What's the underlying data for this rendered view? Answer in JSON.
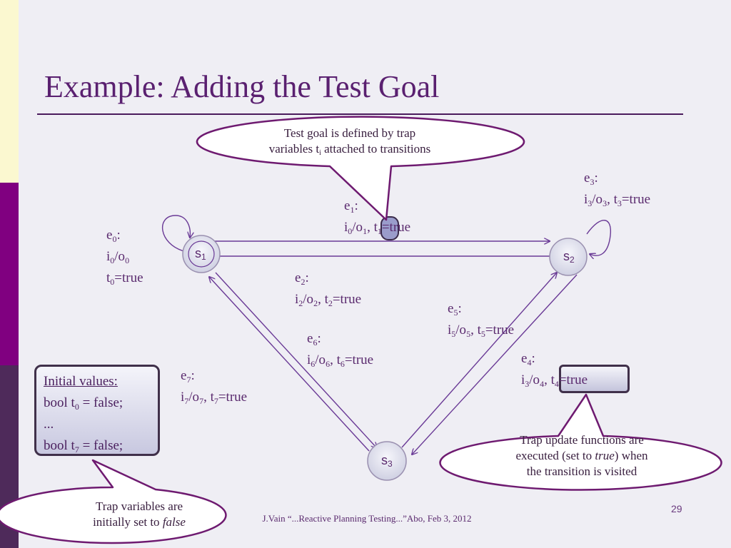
{
  "slide": {
    "title": "Example: Adding the Test Goal",
    "page_number": "29",
    "footer": "J.Vain “...Reactive Planning Testing...”Abo, Feb 3, 2012"
  },
  "states": {
    "s1": "s",
    "s1_sub": "1",
    "s2": "s",
    "s2_sub": "2",
    "s3": "s",
    "s3_sub": "3"
  },
  "transitions": {
    "e0": {
      "name": "e",
      "idx": "0",
      "l2a": "i",
      "l2b": "0",
      "l2c": "/o",
      "l2d": "0",
      "l3a": "t",
      "l3b": "0",
      "l3c": "=true"
    },
    "e1": {
      "name": "e",
      "idx": "1",
      "a": "i",
      "b": "0",
      "c": "/o",
      "d": "1",
      "e": ", ",
      "f": "t",
      "g": "1",
      "h": "=true"
    },
    "e2": {
      "name": "e",
      "idx": "2",
      "a": "i",
      "b": "2",
      "c": "/o",
      "d": "2",
      "e": ", t",
      "f": "2",
      "g": "=true"
    },
    "e3": {
      "name": "e",
      "idx": "3",
      "a": "i",
      "b": "3",
      "c": "/o",
      "d": "3",
      "e": ", t",
      "f": "3",
      "g": "=true"
    },
    "e4": {
      "name": "e",
      "idx": "4",
      "a": "i",
      "b": "3",
      "c": "/o",
      "d": "4",
      "e": ", ",
      "f": "t",
      "g": "4",
      "h": "=true"
    },
    "e5": {
      "name": "e",
      "idx": "5",
      "a": "i",
      "b": "5",
      "c": "/o",
      "d": "5",
      "e": ", t",
      "f": "5",
      "g": "=true"
    },
    "e6": {
      "name": "e",
      "idx": "6",
      "a": "i",
      "b": "6",
      "c": "/o",
      "d": "6",
      "e": ", t",
      "f": "6",
      "g": "=true"
    },
    "e7": {
      "name": "e",
      "idx": "7",
      "a": "i",
      "b": "7",
      "c": "/o",
      "d": "7",
      "e": ", t",
      "f": "7",
      "g": "=true"
    }
  },
  "initial_values": {
    "heading": "Initial values:",
    "line1a": "bool t",
    "line1b": "0",
    "line1c": " = false;",
    "line2": "...",
    "line3a": "bool t",
    "line3b": "7",
    "line3c": " = false;"
  },
  "callouts": {
    "top_line1": "Test goal is defined by trap",
    "top_line2a": "variables t",
    "top_line2b": "i",
    "top_line2c": " attached to transitions",
    "right_line1": "Trap update functions are",
    "right_line2a": "executed (set to ",
    "right_line2b": "true",
    "right_line2c": ") when",
    "right_line3": "the transition is visited",
    "bottom_line1": "Trap variables are",
    "bottom_line2a": "initially set to ",
    "bottom_line2b": "false"
  },
  "colors": {
    "edge": "#6a3a96",
    "title": "#5a2070",
    "accent_purple": "#800080",
    "callout_border": "#6e1a70"
  }
}
